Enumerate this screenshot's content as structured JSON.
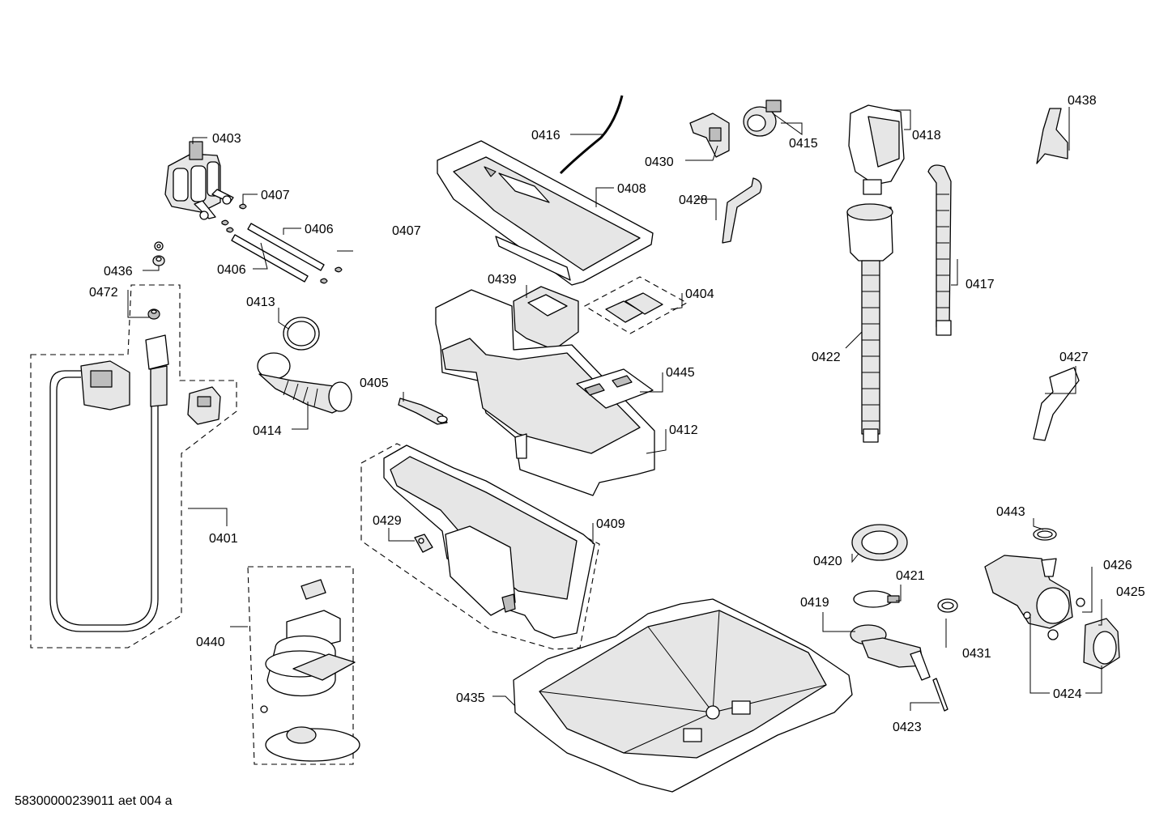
{
  "labels": {
    "l0403": "0403",
    "l0407a": "0407",
    "l0406a": "0406",
    "l0406b": "0406",
    "l0407b": "0407",
    "l0436": "0436",
    "l0472": "0472",
    "l0401": "0401",
    "l0440": "0440",
    "l0413": "0413",
    "l0414": "0414",
    "l0405": "0405",
    "l0416": "0416",
    "l0408": "0408",
    "l0439": "0439",
    "l0404": "0404",
    "l0445": "0445",
    "l0412": "0412",
    "l0429": "0429",
    "l0409": "0409",
    "l0430": "0430",
    "l0415": "0415",
    "l0428": "0428",
    "l0418": "0418",
    "l0438": "0438",
    "l0417": "0417",
    "l0422": "0422",
    "l0427": "0427",
    "l0443": "0443",
    "l0420": "0420",
    "l0421": "0421",
    "l0419": "0419",
    "l0431": "0431",
    "l0426": "0426",
    "l0425": "0425",
    "l0424": "0424",
    "l0423": "0423",
    "l0435": "0435"
  },
  "footer": "58300000239011 aet 004 a"
}
